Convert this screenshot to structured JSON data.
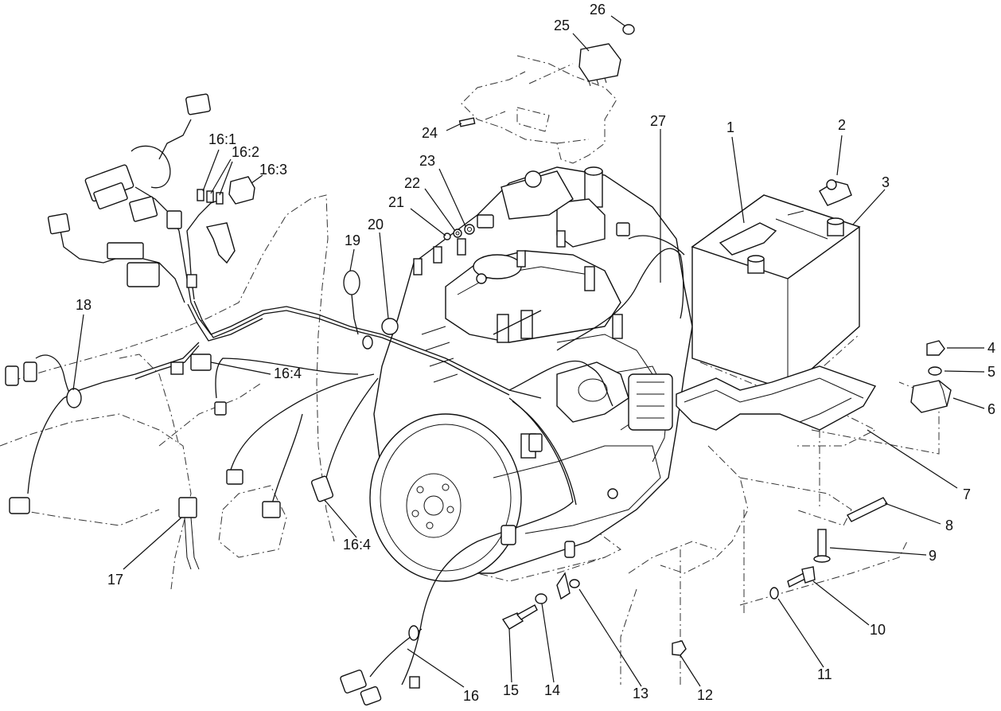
{
  "labels": [
    {
      "id": "1",
      "text": "1"
    },
    {
      "id": "2",
      "text": "2"
    },
    {
      "id": "3",
      "text": "3"
    },
    {
      "id": "4",
      "text": "4"
    },
    {
      "id": "5",
      "text": "5"
    },
    {
      "id": "6",
      "text": "6"
    },
    {
      "id": "7",
      "text": "7"
    },
    {
      "id": "8",
      "text": "8"
    },
    {
      "id": "9",
      "text": "9"
    },
    {
      "id": "10",
      "text": "10"
    },
    {
      "id": "11",
      "text": "11"
    },
    {
      "id": "12",
      "text": "12"
    },
    {
      "id": "13",
      "text": "13"
    },
    {
      "id": "14",
      "text": "14"
    },
    {
      "id": "15",
      "text": "15"
    },
    {
      "id": "16",
      "text": "16"
    },
    {
      "id": "16_1",
      "text": "16:1"
    },
    {
      "id": "16_2",
      "text": "16:2"
    },
    {
      "id": "16_3",
      "text": "16:3"
    },
    {
      "id": "16_4a",
      "text": "16:4"
    },
    {
      "id": "16_4b",
      "text": "16:4"
    },
    {
      "id": "17",
      "text": "17"
    },
    {
      "id": "18",
      "text": "18"
    },
    {
      "id": "19",
      "text": "19"
    },
    {
      "id": "20",
      "text": "20"
    },
    {
      "id": "21",
      "text": "21"
    },
    {
      "id": "22",
      "text": "22"
    },
    {
      "id": "23",
      "text": "23"
    },
    {
      "id": "24",
      "text": "24"
    },
    {
      "id": "25",
      "text": "25"
    },
    {
      "id": "26",
      "text": "26"
    },
    {
      "id": "27",
      "text": "27"
    }
  ]
}
